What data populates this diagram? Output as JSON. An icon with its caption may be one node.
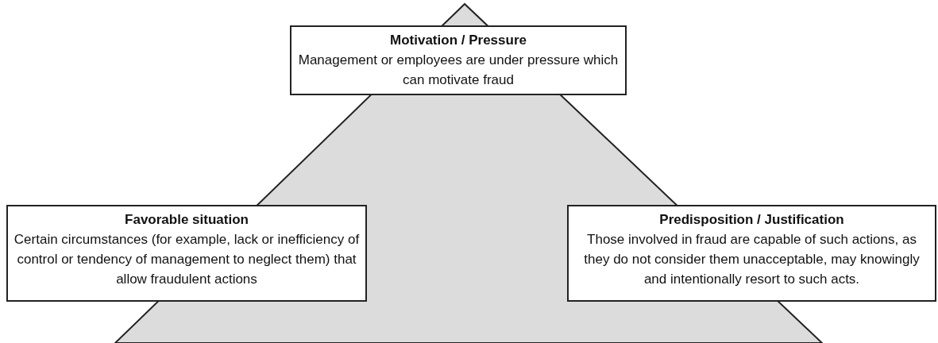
{
  "diagram": {
    "nodes": [
      {
        "text": [
          "Motivation / Pressure",
          "Management or employees are under pressure which can motivate fraud"
        ]
      },
      {
        "text": [
          "Favorable situation",
          "Certain circumstances (for example, lack or inefficiency of control or tendency of management to neglect them) that allow fraudulent actions"
        ]
      },
      {
        "text": [
          "Predisposition / Justification",
          "Those involved in fraud are capable of such actions, as they do not consider them unacceptable, may knowingly and intentionally resort to such acts."
        ]
      }
    ],
    "edges": []
  }
}
